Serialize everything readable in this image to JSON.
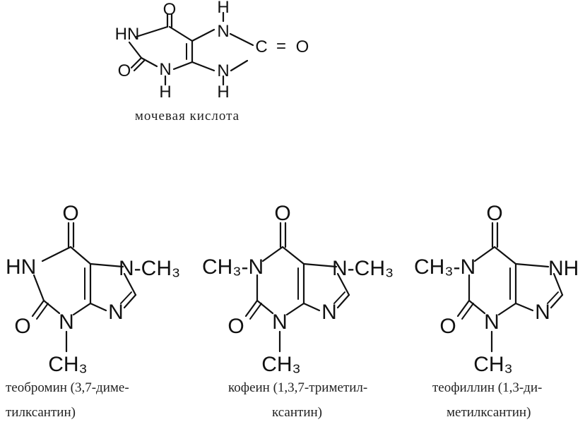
{
  "uric_acid": {
    "atoms": {
      "o_top": "O",
      "h_top": "H",
      "hn_left": "HN",
      "n_right_top": "N",
      "c_carbonyl": "C",
      "eq": "=",
      "o_right": "O",
      "o_left": "O",
      "n_bottom_left": "N",
      "n_bottom_right": "N",
      "h_bottom_left": "H",
      "h_bottom_right": "H"
    },
    "caption": "мочевая кислота"
  },
  "theobromine": {
    "atoms": {
      "o_top": "O",
      "hn": "HN",
      "n7": "N-CH₃",
      "o_left": "O",
      "n3": "N",
      "n9": "N",
      "ch3_bottom": "CH₃"
    },
    "caption_line1": "теобромин (3,7-диме-",
    "caption_line2": "тилксантин)"
  },
  "caffeine": {
    "atoms": {
      "o_top": "O",
      "ch3_n1": "CH₃-N",
      "n7": "N-CH₃",
      "o_left": "O",
      "n3": "N",
      "n9": "N",
      "ch3_bottom": "CH₃"
    },
    "caption_line1": "кофеин (1,3,7-триметил-",
    "caption_line2": "ксантин)"
  },
  "theophylline": {
    "atoms": {
      "o_top": "O",
      "ch3_n1": "CH₃-N",
      "nh": "NH",
      "o_left": "O",
      "n3": "N",
      "n9": "N",
      "ch3_bottom": "CH₃"
    },
    "caption_line1": "теофиллин (1,3-ди-",
    "caption_line2": "метилксантин)"
  }
}
